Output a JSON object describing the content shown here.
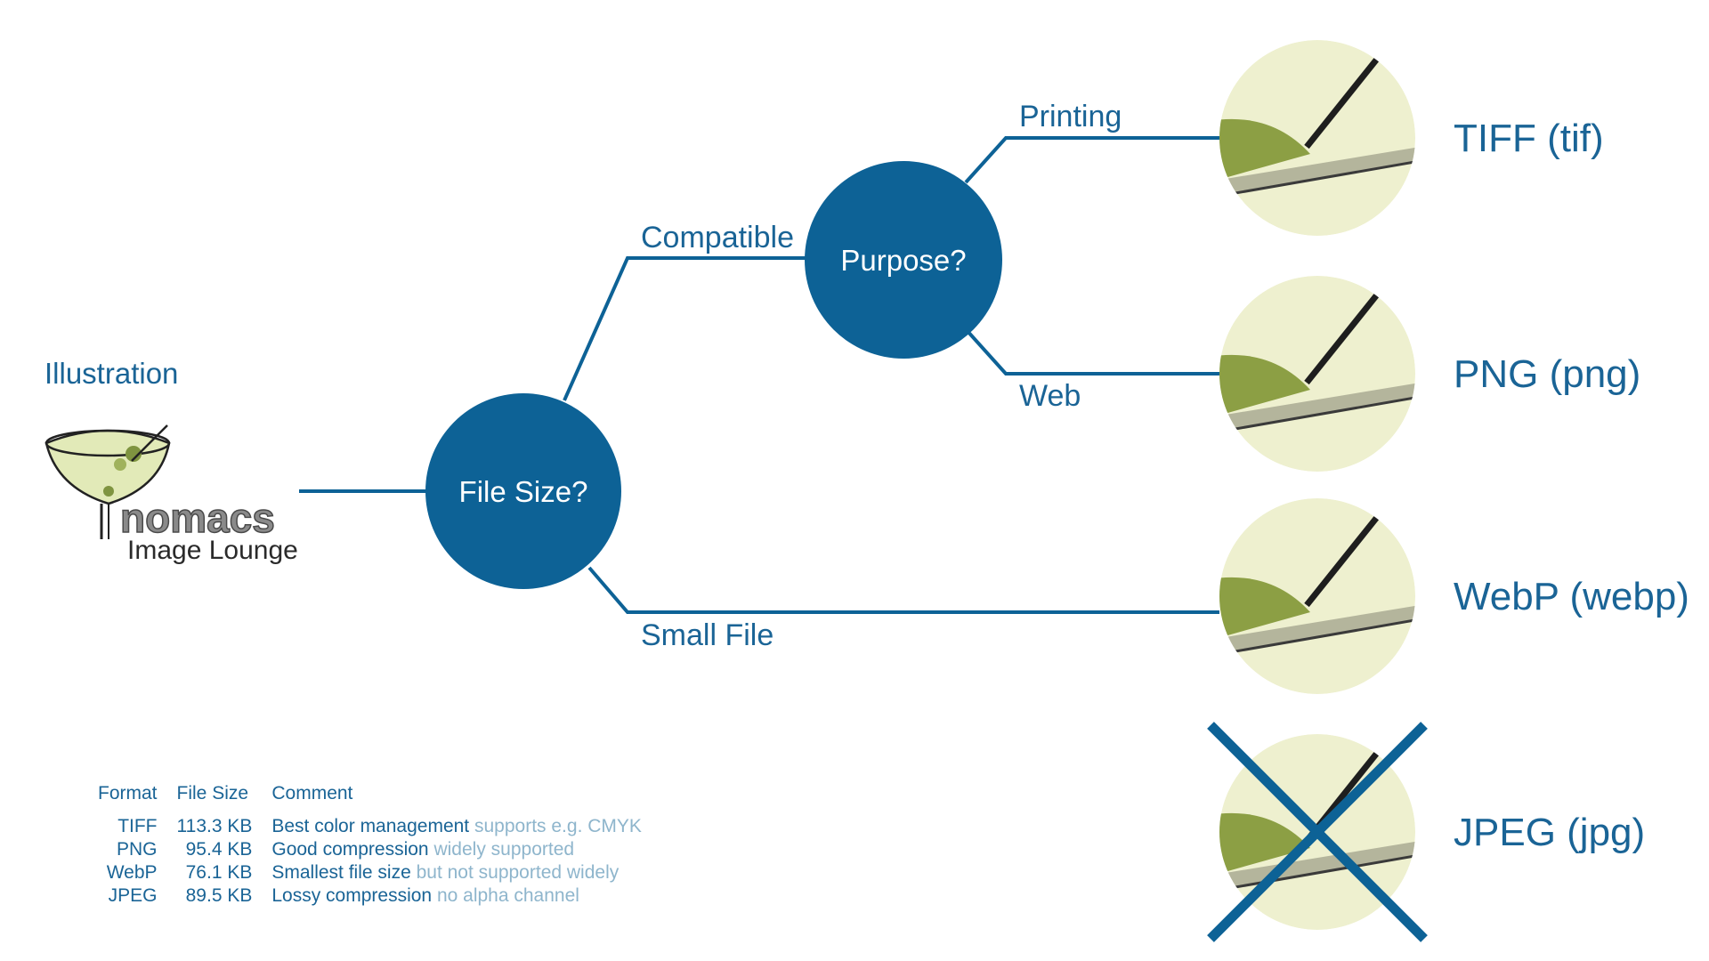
{
  "illustration_heading": "Illustration",
  "logo": {
    "main": "nomacs",
    "sub": "Image Lounge"
  },
  "nodes": {
    "file_size": "File Size?",
    "purpose": "Purpose?"
  },
  "edges": {
    "compatible": "Compatible",
    "small_file": "Small File",
    "printing": "Printing",
    "web": "Web"
  },
  "formats": [
    {
      "label": "TIFF (tif)",
      "crossed": false
    },
    {
      "label": "PNG (png)",
      "crossed": false
    },
    {
      "label": "WebP (webp)",
      "crossed": false
    },
    {
      "label": "JPEG (jpg)",
      "crossed": true
    }
  ],
  "table": {
    "headers": {
      "format": "Format",
      "size": "File Size",
      "comment": "Comment"
    },
    "rows": [
      {
        "format": "TIFF",
        "size": "113.3 KB",
        "comment": "Best color management",
        "note": "supports e.g. CMYK"
      },
      {
        "format": "PNG",
        "size": "95.4 KB",
        "comment": "Good compression",
        "note": "widely supported"
      },
      {
        "format": "WebP",
        "size": "76.1 KB",
        "comment": "Smallest file size",
        "note": "but not supported widely"
      },
      {
        "format": "JPEG",
        "size": "89.5 KB",
        "comment": "Lossy compression",
        "note": "no alpha channel"
      }
    ]
  },
  "colors": {
    "primary": "#1a6496",
    "node_fill": "#0d6296",
    "note": "#8eb5cc",
    "thumb_bg": "#eef0cf",
    "thumb_green": "#8c9f44"
  }
}
